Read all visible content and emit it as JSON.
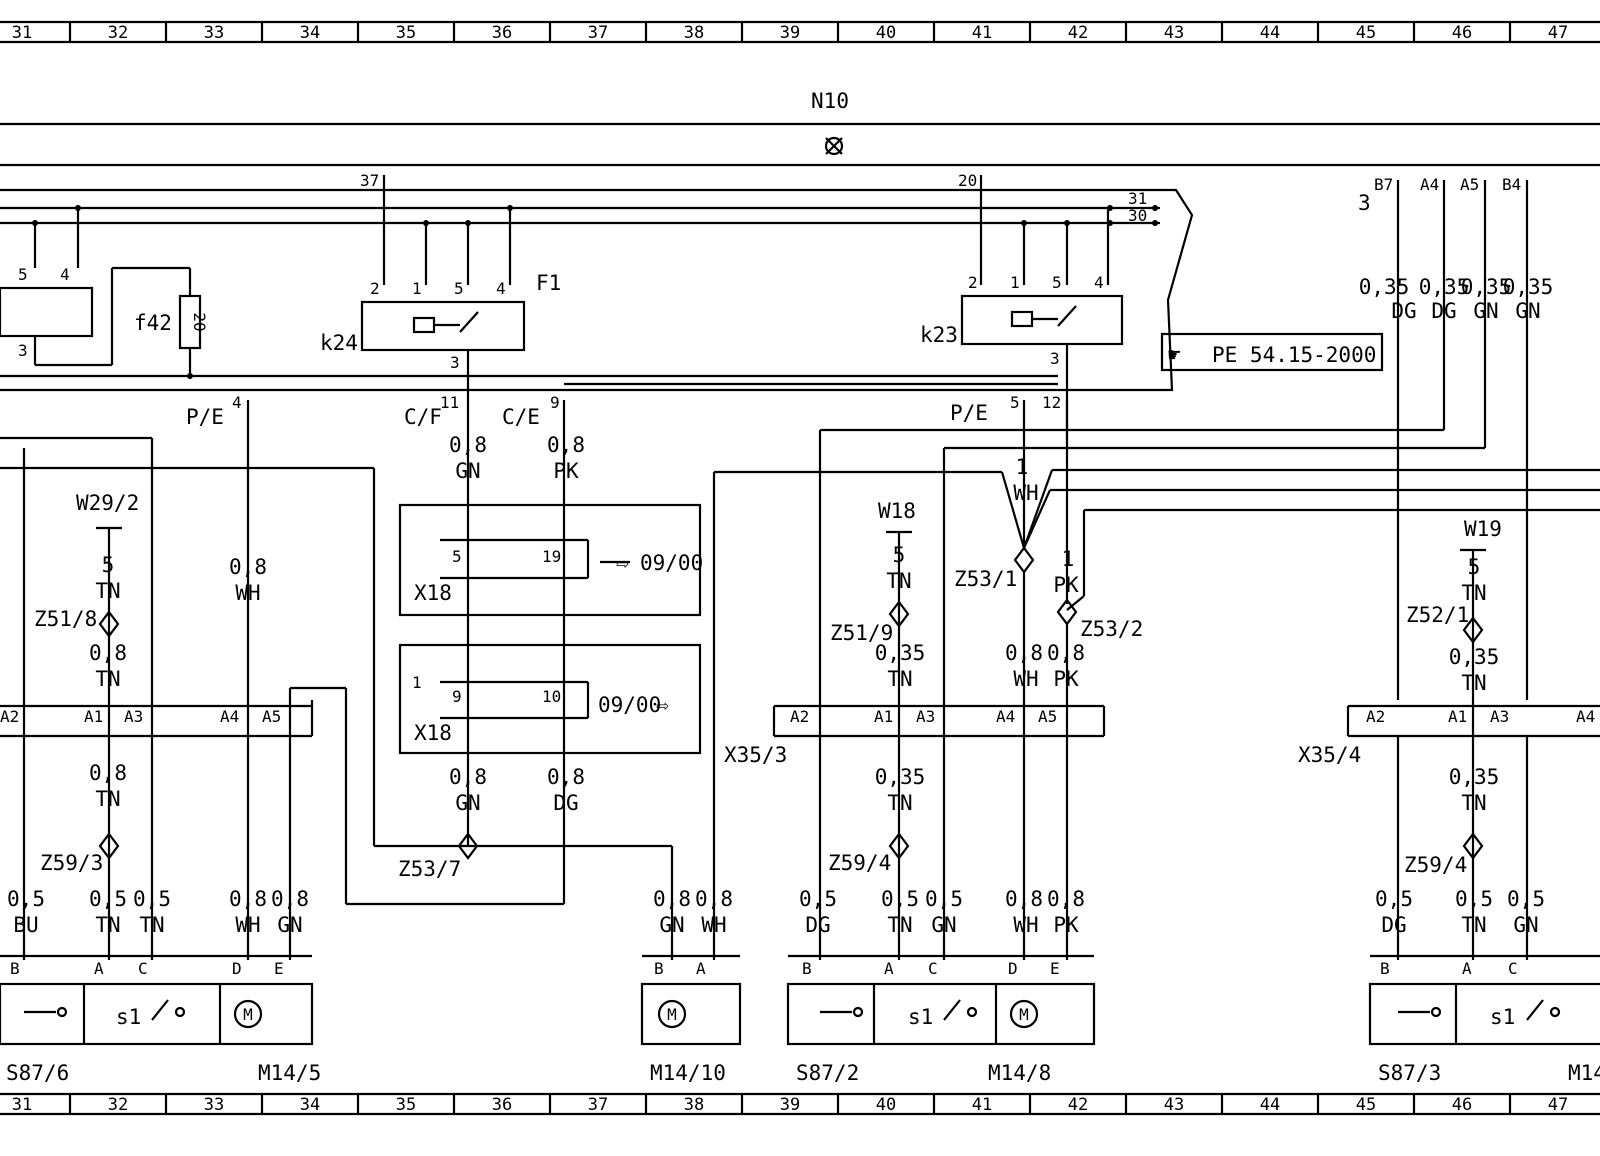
{
  "ruler": [
    "31",
    "32",
    "33",
    "34",
    "35",
    "36",
    "37",
    "38",
    "39",
    "40",
    "41",
    "42",
    "43",
    "44",
    "45",
    "46",
    "47"
  ],
  "module": {
    "name": "N10"
  },
  "fuse": {
    "name": "f42",
    "rating": "20"
  },
  "relays": {
    "k24": "k24",
    "k23": "k23",
    "f1": "F1"
  },
  "pins": {
    "p37": "37",
    "p20": "20",
    "p31": "31",
    "p30": "30",
    "l5": "5",
    "l4": "4",
    "l3": "3",
    "k24_2": "2",
    "k24_1": "1",
    "k24_5": "5",
    "k24_4": "4",
    "k24_3": "3",
    "k23_2": "2",
    "k23_1": "1",
    "k23_5": "5",
    "k23_4": "4",
    "k23_3": "3",
    "b7": "B7",
    "a4": "A4",
    "a5": "A5",
    "b4": "B4",
    "three": "3",
    "pe4": "4",
    "cf11": "11",
    "ce9": "9",
    "pe5": "5",
    "pe12": "12",
    "x5": "5",
    "x19": "19",
    "x9": "9",
    "x10": "10",
    "x1": "1",
    "w5a": "5",
    "w5b": "5",
    "w5c": "5"
  },
  "connectors": {
    "pe_left": "P/E",
    "cf": "C/F",
    "ce": "C/E",
    "pe_right": "P/E",
    "x18a": "X18",
    "x18b": "X18",
    "x35_3": "X35/3",
    "x35_4": "X35/4"
  },
  "reference": "PE 54.15-2000",
  "arrows": {
    "a": "09/00",
    "b": "09/00"
  },
  "ground_points": {
    "w29_2": "W29/2",
    "w18": "W18",
    "w19": "W19"
  },
  "splices": {
    "z51_8": "Z51/8",
    "z51_9": "Z51/9",
    "z52_1": "Z52/1",
    "z53_1": "Z53/1",
    "z53_2": "Z53/2",
    "z53_7": "Z53/7",
    "z59_3": "Z59/3",
    "z59_4a": "Z59/4",
    "z59_4b": "Z59/4"
  },
  "bar_pins": {
    "b1": [
      "A2",
      "A1",
      "A3",
      "A4",
      "A5"
    ],
    "b2": [
      "A2",
      "A1",
      "A3",
      "A4",
      "A5"
    ],
    "b3": [
      "A2",
      "A1",
      "A3",
      "A4"
    ]
  },
  "comp_pins": {
    "c1": [
      "B",
      "A",
      "C",
      "D",
      "E"
    ],
    "c2": [
      "B",
      "A"
    ],
    "c3": [
      "B",
      "A",
      "C",
      "D",
      "E"
    ],
    "c4": [
      "B",
      "A",
      "C"
    ]
  },
  "components": {
    "s87_6": "S87/6",
    "m14_5": "M14/5",
    "m14_10": "M14/10",
    "s87_2": "S87/2",
    "m14_8": "M14/8",
    "s87_3": "S87/3",
    "m14_cut": "M14",
    "s1a": "s1",
    "s1b": "s1",
    "s1c": "s1",
    "motor_a": "M",
    "motor_b": "M",
    "motor_c": "M"
  },
  "wire_labels": {
    "w35_dg": [
      "0,35",
      "DG"
    ],
    "w35_dg2": [
      "0,35",
      "DG"
    ],
    "w35_gn": [
      "0,35",
      "GN"
    ],
    "w35_gn2": [
      "0,35",
      "GN"
    ],
    "w08_gn_cf": [
      "0,8",
      "GN"
    ],
    "w08_pk_ce": [
      "0,8",
      "PK"
    ],
    "w08_wh_pe": [
      "0,8",
      "WH"
    ],
    "w5_tn_w29": [
      "5",
      "TN"
    ],
    "w08_tn_z51": [
      "0,8",
      "TN"
    ],
    "w08_tn_z59": [
      "0,8",
      "TN"
    ],
    "w05_bu": [
      "0,5",
      "BU"
    ],
    "w05_tn": [
      "0,5",
      "TN"
    ],
    "w05_tn2": [
      "0,5",
      "TN"
    ],
    "w08_wh_m": [
      "0,8",
      "WH"
    ],
    "w08_gn_m": [
      "0,8",
      "GN"
    ],
    "w08_gn_x18": [
      "0,8",
      "GN"
    ],
    "w08_dg_x18": [
      "0,8",
      "DG"
    ],
    "w08_gn_m10": [
      "0,8",
      "GN"
    ],
    "w08_wh_m10": [
      "0,8",
      "WH"
    ],
    "w1_wh": [
      "1",
      "WH"
    ],
    "w1_pk": [
      "1",
      "PK"
    ],
    "w5_tn_w18": [
      "5",
      "TN"
    ],
    "w035_tn_z51": [
      "0,35",
      "TN"
    ],
    "w08_wh_z53": [
      "0,8",
      "WH"
    ],
    "w08_pk_z53": [
      "0,8",
      "PK"
    ],
    "w035_tn_x35": [
      "0,35",
      "TN"
    ],
    "w05_dg_s2": [
      "0,5",
      "DG"
    ],
    "w05_tn_s2": [
      "0,5",
      "TN"
    ],
    "w05_gn_s2": [
      "0,5",
      "GN"
    ],
    "w08_wh_s2": [
      "0,8",
      "WH"
    ],
    "w08_pk_s2": [
      "0,8",
      "PK"
    ],
    "w5_tn_w19": [
      "5",
      "TN"
    ],
    "w035_tn_z52": [
      "0,35",
      "TN"
    ],
    "w035_tn_x354": [
      "0,35",
      "TN"
    ],
    "w05_dg_s3": [
      "0,5",
      "DG"
    ],
    "w05_tn_s3": [
      "0,5",
      "TN"
    ],
    "w05_gn_s3": [
      "0,5",
      "GN"
    ]
  }
}
